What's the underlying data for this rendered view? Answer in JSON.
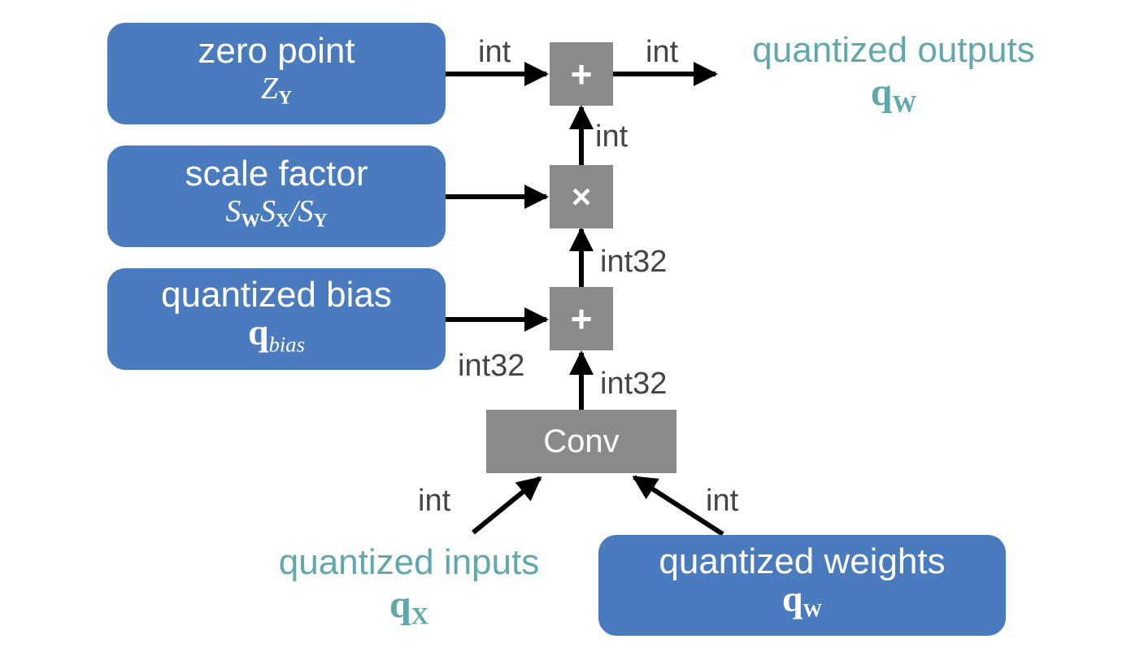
{
  "boxes": {
    "zero_point": {
      "title": "zero point",
      "symbol": "Z",
      "sub": "Y"
    },
    "scale_factor": {
      "title": "scale factor"
    },
    "quantized_bias": {
      "title": "quantized bias",
      "symbol": "q",
      "sub": "bias"
    },
    "quantized_weights": {
      "title": "quantized weights",
      "symbol": "q",
      "sub": "W"
    }
  },
  "scale_expr": {
    "s1": "S",
    "sub1": "W",
    "s2": "S",
    "sub2": "X",
    "slash": "/",
    "s3": "S",
    "sub3": "Y"
  },
  "ops": {
    "add_top": "+",
    "multiply": "×",
    "add_bias": "+",
    "conv": "Conv"
  },
  "outputs": {
    "title": "quantized outputs",
    "symbol": "q",
    "sub": "W"
  },
  "inputs": {
    "title": "quantized inputs",
    "symbol": "q",
    "sub": "X"
  },
  "labels": {
    "zp_to_add": "int",
    "add_to_out": "int",
    "mul_to_add": "int",
    "add_to_mul": "int32",
    "bias_to_add": "int32",
    "conv_to_add": "int32",
    "input_to_conv": "int",
    "weights_to_conv": "int"
  },
  "colors": {
    "box_blue": "#4a7bbf",
    "op_gray": "#8a8a8a",
    "teal": "#5fa8ad",
    "arrow": "#000000"
  }
}
